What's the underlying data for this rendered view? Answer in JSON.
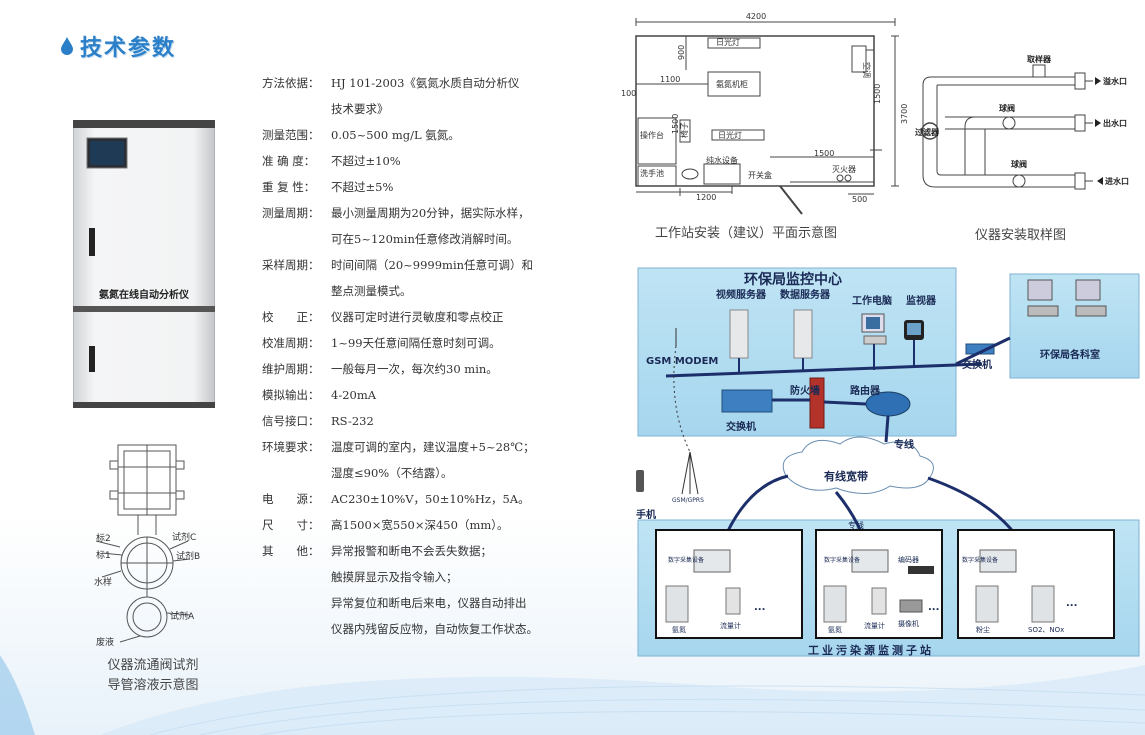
{
  "heading": {
    "title": "技术参数"
  },
  "cabinet": {
    "label": "氨氮在线自动分析仪"
  },
  "specs": [
    {
      "key": "方法依据：",
      "value": "HJ 101-2003《氨氮水质自动分析仪",
      "cont": "技术要求》"
    },
    {
      "key": "测量范围：",
      "value": "0.05~500 mg/L 氨氮。"
    },
    {
      "key": "准 确 度：",
      "value": "不超过±10%"
    },
    {
      "key": "重 复 性：",
      "value": "不超过±5%"
    },
    {
      "key": "测量周期：",
      "value": "最小测量周期为20分钟，据实际水样，",
      "cont": "可在5~120min任意修改消解时间。"
    },
    {
      "key": "采样周期：",
      "value": "时间间隔（20~9999min任意可调）和",
      "cont": "整点测量模式。"
    },
    {
      "key": "校　　正：",
      "value": "仪器可定时进行灵敏度和零点校正"
    },
    {
      "key": "校准周期：",
      "value": "1~99天任意间隔任意时刻可调。"
    },
    {
      "key": "维护周期：",
      "value": "一般每月一次，每次约30 min。"
    },
    {
      "key": "模拟输出：",
      "value": "4-20mA"
    },
    {
      "key": "信号接口：",
      "value": "RS-232"
    },
    {
      "key": "环境要求：",
      "value": "温度可调的室内，建议温度+5~28℃；",
      "cont": "湿度≤90%（不结露）。"
    },
    {
      "key": "电　　源：",
      "value": "AC230±10%V，50±10%Hz，5A。"
    },
    {
      "key": "尺　　寸：",
      "value": "高1500×宽550×深450（mm）。"
    },
    {
      "key": "其　　他：",
      "value": "异常报警和断电不会丢失数据；",
      "cont": "触摸屏显示及指令输入；",
      "cont2": "异常复位和断电后来电，仪器自动排出",
      "cont3": "仪器内残留反应物，自动恢复工作状态。"
    }
  ],
  "valve": {
    "labels": {
      "biao2": "标2",
      "biao1": "标1",
      "shuiyang": "水样",
      "shijiC": "试剂C",
      "shijiB": "试剂B",
      "shijiA": "试剂A",
      "feiye": "废液"
    },
    "caption1": "仪器流通阀试剂",
    "caption2": "导管溶液示意图"
  },
  "floor_plan": {
    "width_top": "4200",
    "dim_900": "900",
    "dim_1100": "1100",
    "dim_100": "100",
    "dim_1500v": "1500",
    "dim_3700": "3700",
    "dim_1500h": "1500",
    "dim_1200": "1200",
    "dim_500": "500",
    "rigang1": "日光灯",
    "rigang2": "日光灯",
    "cabinet": "氨氮机柜",
    "console": "操作台",
    "chair": "椅子",
    "pure_water": "纯水设备",
    "sink": "洗手池",
    "switch_box": "开关盒",
    "extinguisher": "灭火器",
    "ac": "空调",
    "caption": "工作站安装（建议）平面示意图"
  },
  "sampling": {
    "stirrer": "取样器",
    "overflow": "溢水口",
    "filter": "过滤器",
    "ball_valve1": "球阀",
    "ball_valve2": "球阀",
    "outlet": "出水口",
    "inlet": "进水口",
    "caption": "仪器安装取样图"
  },
  "network": {
    "center_title": "环保局监控中心",
    "video_server": "视频服务器",
    "data_server": "数据服务器",
    "work_pc": "工作电脑",
    "monitor": "监视器",
    "gsm_modem": "GSM MODEM",
    "switch_center": "交换机",
    "firewall": "防火墙",
    "router": "路由器",
    "switch_right": "交换机",
    "bureau": "环保局各科室",
    "dedicated_line1": "专线",
    "dedicated_line2": "专线",
    "broadband": "有线宽带",
    "gsm_tower": "GSM/GPRS",
    "phone": "手机",
    "collector1": "数字采集设备",
    "collector2": "数字采集设备",
    "collector3": "数字采集设备",
    "encoder": "编码器",
    "camera": "摄像机",
    "ammonia1": "氨氮",
    "flowmeter1": "流量计",
    "ammonia2": "氨氮",
    "flowmeter2": "流量计",
    "dust": "粉尘",
    "so2nox": "SO2、NOx",
    "dots1": "...",
    "dots2": "...",
    "dots3": "...",
    "substation": "工业污染源监测子站"
  }
}
